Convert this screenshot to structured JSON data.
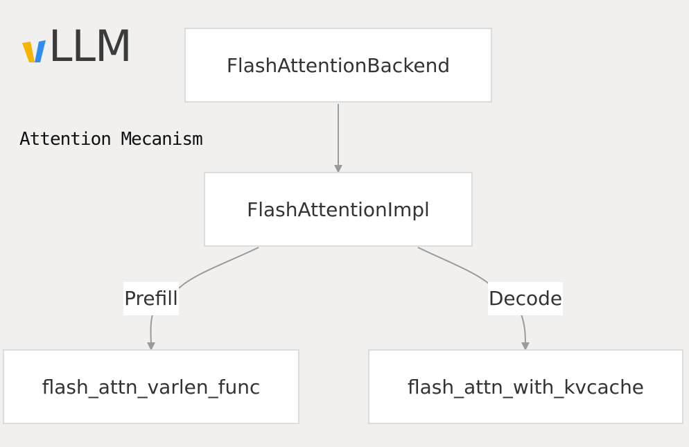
{
  "logo": {
    "text": "LLM",
    "icon": "vllm-v-mark-icon",
    "colors": {
      "left_stroke": "#f5b400",
      "right_stroke": "#2f8cf0"
    }
  },
  "caption": "Attention Mecanism",
  "nodes": {
    "backend": "FlashAttentionBackend",
    "impl": "FlashAttentionImpl",
    "varlen": "flash_attn_varlen_func",
    "kvcache": "flash_attn_with_kvcache"
  },
  "edges": {
    "prefill_label": "Prefill",
    "decode_label": "Decode"
  },
  "colors": {
    "background": "#f1f0ef",
    "node_fill": "#ffffff",
    "node_border": "#dcdcdc",
    "edge": "#9a9a9a"
  }
}
